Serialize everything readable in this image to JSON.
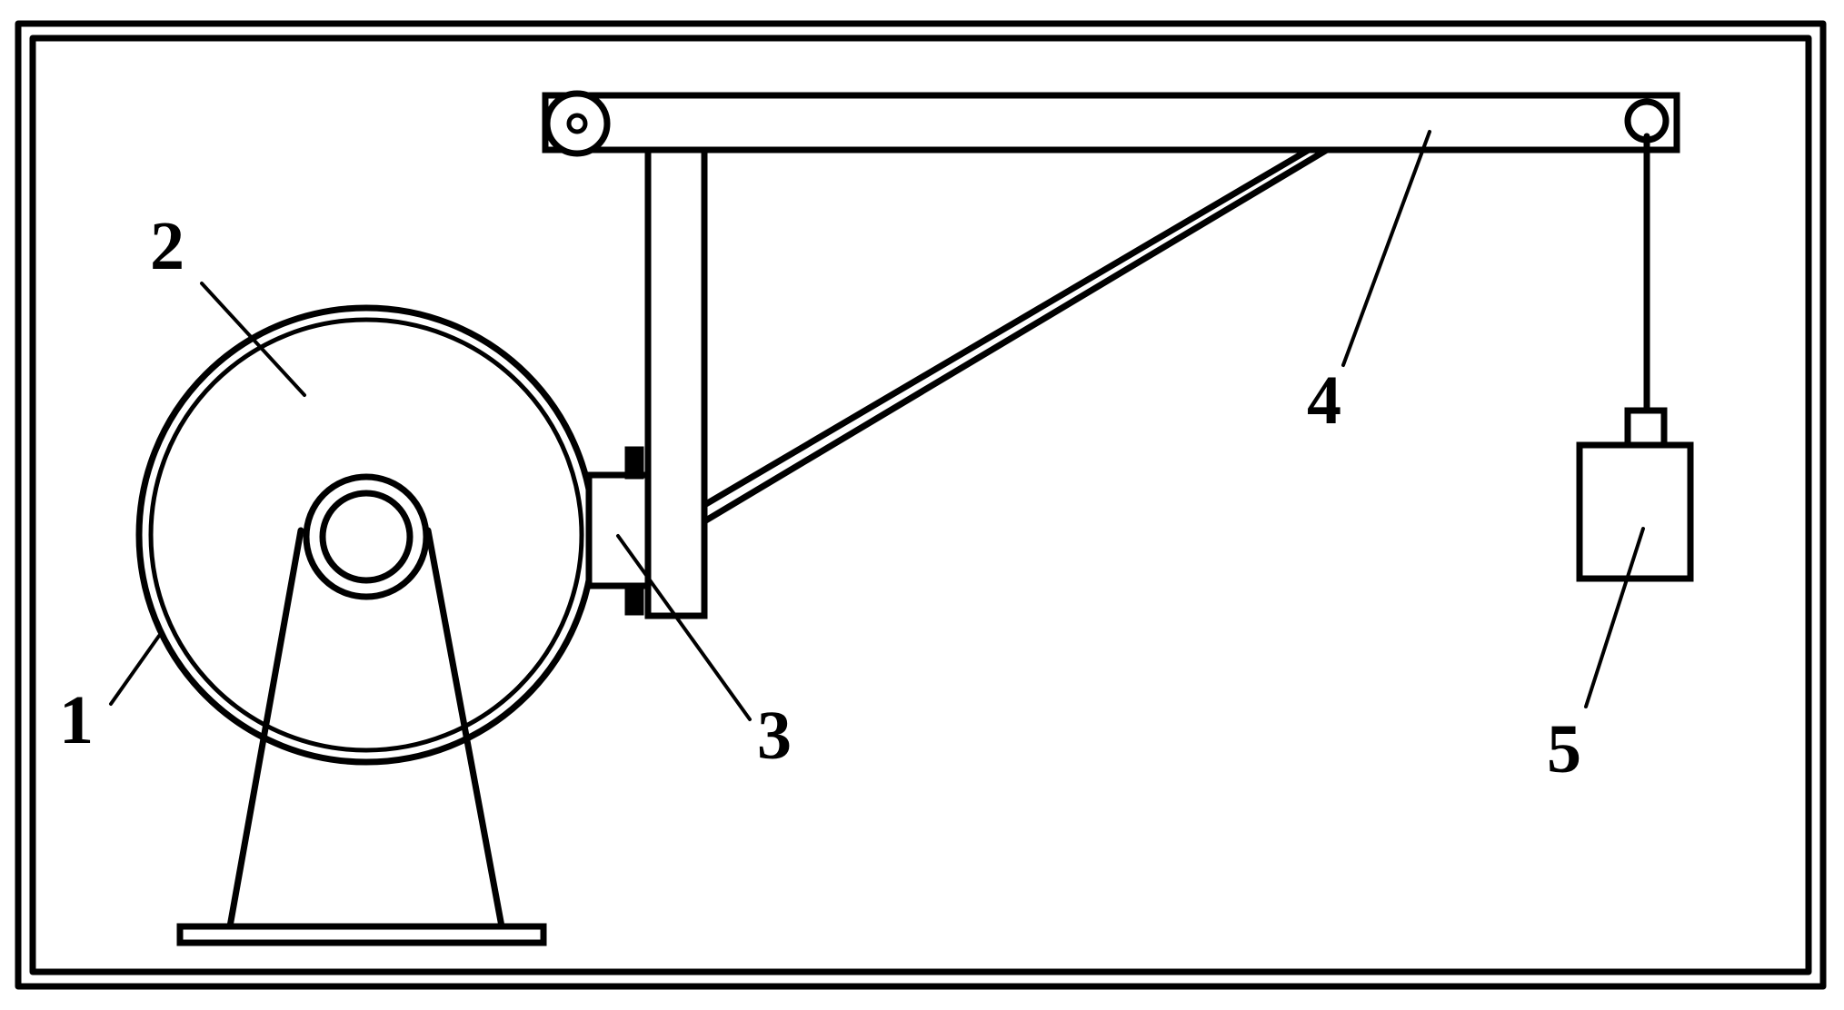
{
  "diagram": {
    "labels": {
      "one": "1",
      "two": "2",
      "three": "3",
      "four": "4",
      "five": "5"
    },
    "colors": {
      "stroke": "#000000",
      "background": "#ffffff"
    }
  }
}
